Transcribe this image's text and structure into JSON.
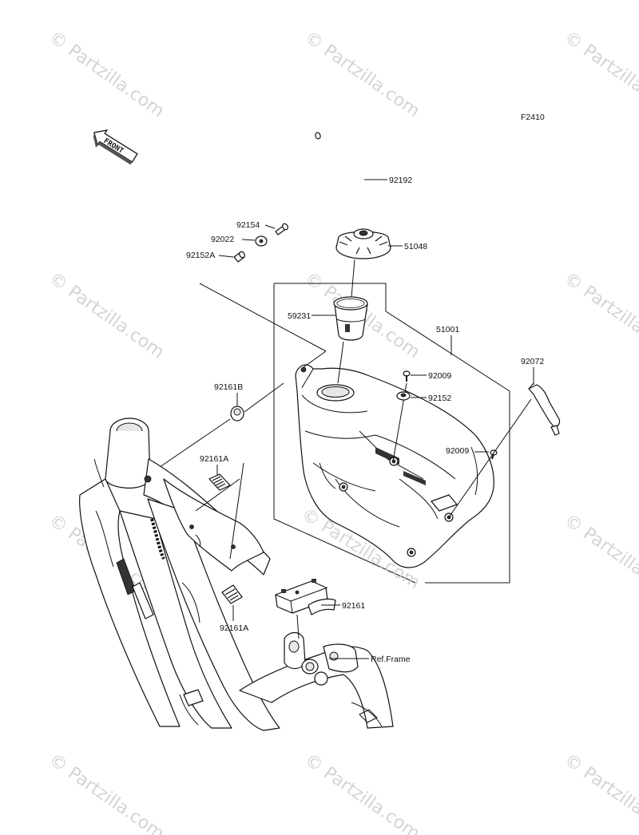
{
  "diagram_id": "F2410",
  "front_badge": "FRONT",
  "watermark": "Partzilla.com",
  "watermark_center": "Partzilla.com",
  "copyright_symbol": "©",
  "parts": {
    "p92192": "92192",
    "p92154": "92154",
    "p92022": "92022",
    "p92152A": "92152A",
    "p51048": "51048",
    "p59231": "59231",
    "p51001": "51001",
    "p92009a": "92009",
    "p92152": "92152",
    "p92072": "92072",
    "p92161B": "92161B",
    "p92009b": "92009",
    "p92161A_top": "92161A",
    "p92161A_bot": "92161A",
    "p92161": "92161",
    "ref_frame": "Ref.Frame"
  },
  "colors": {
    "line": "#111111",
    "watermark": "#d4d4d4"
  }
}
